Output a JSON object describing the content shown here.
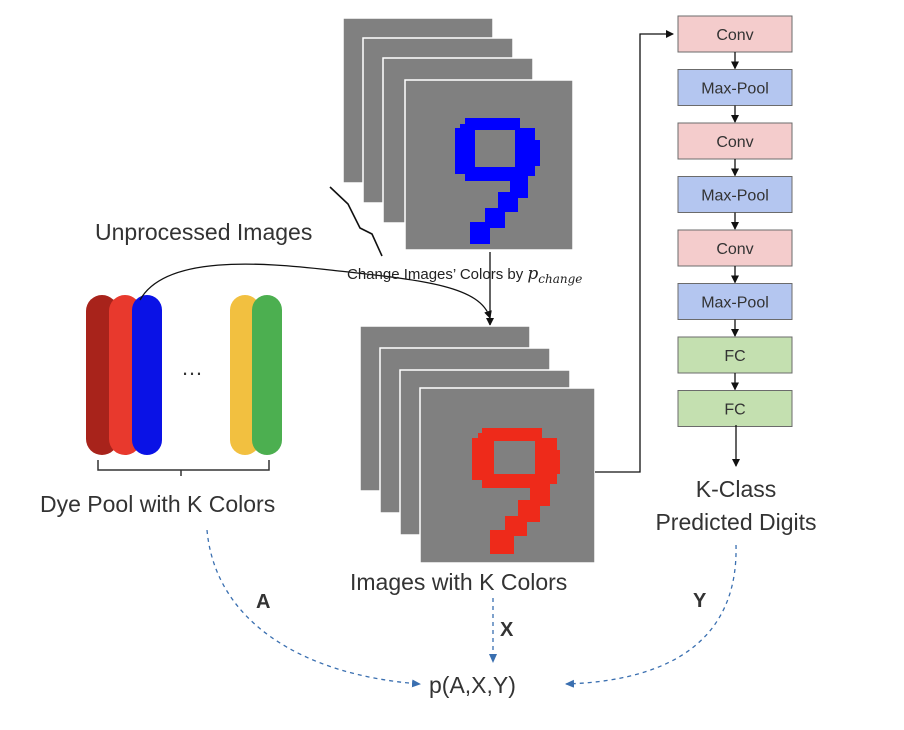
{
  "labels": {
    "unprocessed": "Unprocessed Images",
    "change_text": "Change Images’ Colors by ",
    "p_symbol": "p",
    "p_subscript": "change",
    "dye_pool": "Dye Pool with K Colors",
    "dots": "…",
    "images_k_colors": "Images with K Colors",
    "k_class_line1": "K-Class",
    "k_class_line2": "Predicted Digits",
    "a": "A",
    "x": "X",
    "y": "Y",
    "joint": "p(A,X,Y)"
  },
  "network_layers": [
    {
      "label": "Conv",
      "kind": "conv"
    },
    {
      "label": "Max-Pool",
      "kind": "pool"
    },
    {
      "label": "Conv",
      "kind": "conv"
    },
    {
      "label": "Max-Pool",
      "kind": "pool"
    },
    {
      "label": "Conv",
      "kind": "conv"
    },
    {
      "label": "Max-Pool",
      "kind": "pool"
    },
    {
      "label": "FC",
      "kind": "fc"
    },
    {
      "label": "FC",
      "kind": "fc"
    }
  ],
  "colors": {
    "conv": "#f4cccc",
    "pool": "#b4c6f0",
    "fc": "#c4e0b0",
    "image_bg": "#808080",
    "digit_blue": "#0000ff",
    "digit_red": "#ee2a1a",
    "dashed": "#3a6fb0",
    "dye_pool": [
      "#a8231b",
      "#e8392d",
      "#0a12e6",
      "#f2c040",
      "#4caf50"
    ]
  }
}
